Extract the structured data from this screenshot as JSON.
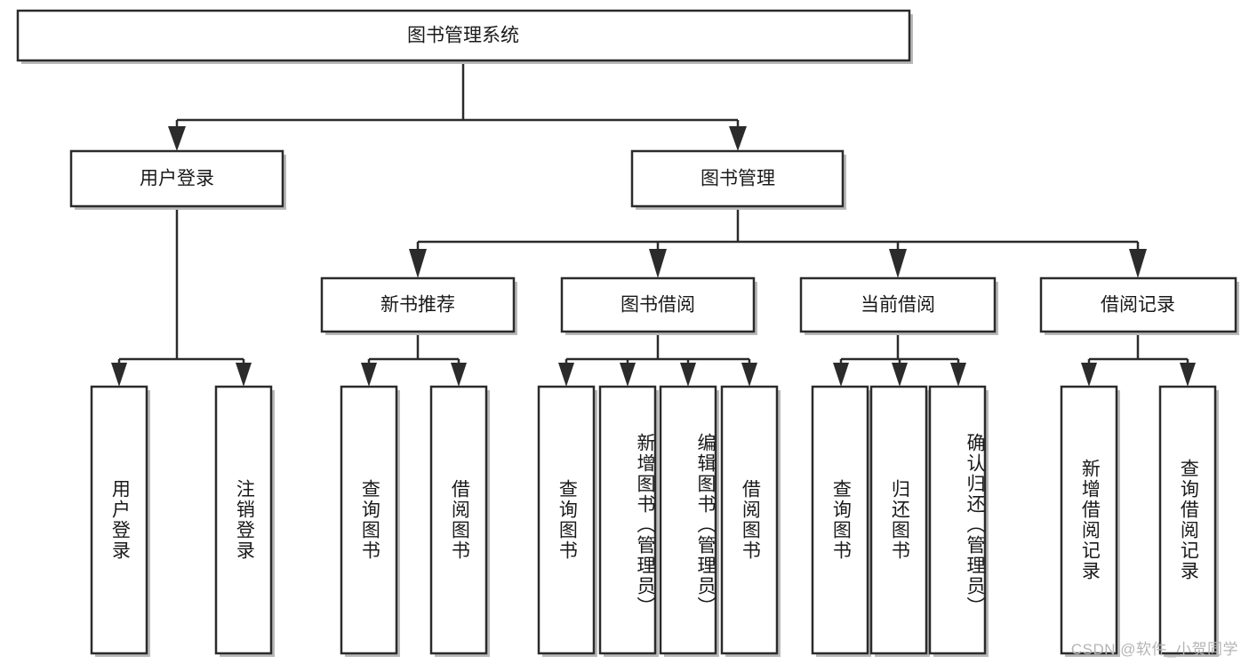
{
  "diagram": {
    "type": "tree-hierarchy",
    "title": "图书管理系统",
    "root": {
      "id": "root",
      "label": "图书管理系统",
      "orientation": "horizontal"
    },
    "level2": [
      {
        "id": "user-login",
        "label": "用户登录",
        "orientation": "horizontal"
      },
      {
        "id": "book-manage",
        "label": "图书管理",
        "orientation": "horizontal"
      }
    ],
    "level3": [
      {
        "id": "new-book-rec",
        "label": "新书推荐",
        "orientation": "horizontal",
        "parent": "book-manage"
      },
      {
        "id": "book-borrow",
        "label": "图书借阅",
        "orientation": "horizontal",
        "parent": "book-manage"
      },
      {
        "id": "current-borrow",
        "label": "当前借阅",
        "orientation": "horizontal",
        "parent": "book-manage"
      },
      {
        "id": "borrow-record",
        "label": "借阅记录",
        "orientation": "horizontal",
        "parent": "book-manage"
      }
    ],
    "leaves": [
      {
        "id": "leaf-user-login",
        "label": "用户登录",
        "orientation": "vertical",
        "parent": "user-login"
      },
      {
        "id": "leaf-logout-login",
        "label": "注销登录",
        "orientation": "vertical",
        "parent": "user-login"
      },
      {
        "id": "leaf-query-book-1",
        "label": "查询图书",
        "orientation": "vertical",
        "parent": "new-book-rec"
      },
      {
        "id": "leaf-borrow-book-1",
        "label": "借阅图书",
        "orientation": "vertical",
        "parent": "new-book-rec"
      },
      {
        "id": "leaf-query-book-2",
        "label": "查询图书",
        "orientation": "vertical",
        "parent": "book-borrow"
      },
      {
        "id": "leaf-add-book",
        "label": "新增图书（管理员）",
        "orientation": "vertical",
        "parent": "book-borrow"
      },
      {
        "id": "leaf-edit-book",
        "label": "编辑图书（管理员）",
        "orientation": "vertical",
        "parent": "book-borrow"
      },
      {
        "id": "leaf-borrow-book-2",
        "label": "借阅图书",
        "orientation": "vertical",
        "parent": "book-borrow"
      },
      {
        "id": "leaf-query-book-3",
        "label": "查询图书",
        "orientation": "vertical",
        "parent": "current-borrow"
      },
      {
        "id": "leaf-return-book",
        "label": "归还图书",
        "orientation": "vertical",
        "parent": "current-borrow"
      },
      {
        "id": "leaf-confirm-return",
        "label": "确认归还（管理员）",
        "orientation": "vertical",
        "parent": "current-borrow"
      },
      {
        "id": "leaf-add-record",
        "label": "新增借阅记录",
        "orientation": "vertical",
        "parent": "borrow-record"
      },
      {
        "id": "leaf-query-record",
        "label": "查询借阅记录",
        "orientation": "vertical",
        "parent": "borrow-record"
      }
    ],
    "colors": {
      "box_stroke": "#2b2b2b",
      "box_fill": "#ffffff",
      "text": "#1a1a1a",
      "shadow": "#b9b9b9",
      "watermark": "#b5b5b5",
      "background": "#ffffff"
    }
  },
  "watermark": {
    "text": "CSDN @软件_小贺同学"
  }
}
